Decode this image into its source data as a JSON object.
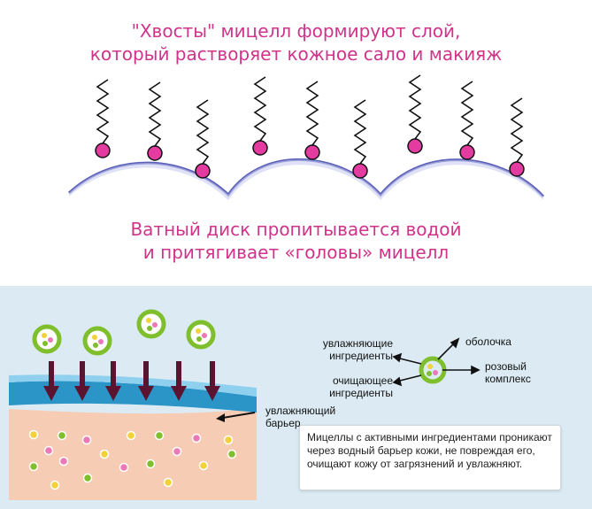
{
  "top": {
    "caption_tails": [
      "\"Хвосты\" мицелл формируют слой,",
      "который растворяет кожное сало и макияж"
    ],
    "caption_disk": [
      "Ватный диск пропитывается водой",
      "и притягивает «головы» мицелл"
    ]
  },
  "bottom": {
    "label_barrier": [
      "увлажняющий",
      "барьер"
    ],
    "label_moisturizing": [
      "увлажняющие",
      "ингредиенты"
    ],
    "label_cleansing": [
      "очищающее",
      "ингредиенты"
    ],
    "label_shell": "оболочка",
    "label_pink": [
      "розовый",
      "комплекс"
    ],
    "note": "Мицеллы с активными ингредиентами проникают через водный барьер кожи, не повреждая его, очищают кожу от загрязнений и увлажняют."
  },
  "colors": {
    "caption": "#d0338a",
    "head": "#e43ba0",
    "curve": "#5a5fb8",
    "panel": "#dcebf3",
    "water": "#2b95c8",
    "skin": "#f6cdb4",
    "arrow": "#5b1430",
    "micelle_ring": "#7fbf2d"
  }
}
